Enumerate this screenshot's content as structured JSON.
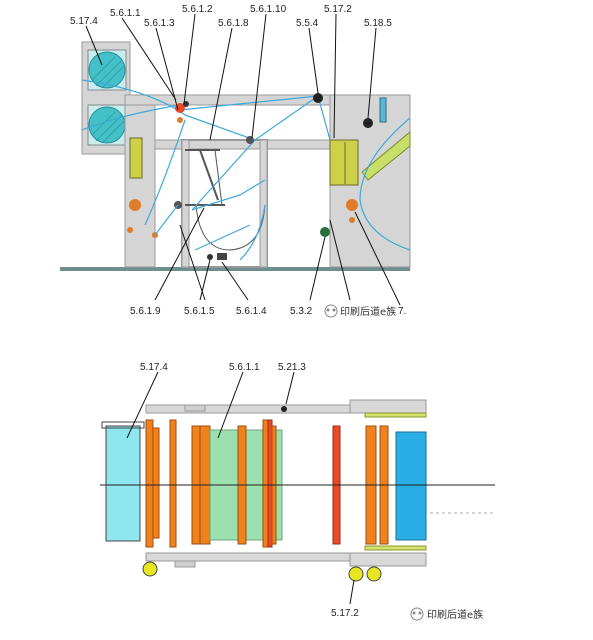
{
  "top_diagram": {
    "callouts": [
      "5.17.4",
      "5.6.1.1",
      "5.6.1.3",
      "5.6.1.2",
      "5.6.1.8",
      "5.6.1.10",
      "5.5.4",
      "5.17.2",
      "5.18.5",
      "5.6.1.9",
      "5.6.1.5",
      "5.6.1.4",
      "5.3.2",
      "7."
    ],
    "watermark": "印刷后道e族"
  },
  "bottom_diagram": {
    "callouts": [
      "5.17.4",
      "5.6.1.1",
      "5.21.3",
      "5.17.2"
    ],
    "watermark": "印刷后道e族"
  },
  "colors": {
    "frame_gray": "#c8c8c8",
    "web_blue": "#3fa9d8",
    "cyan": "#8ee6ef",
    "orange": "#f0821e",
    "red": "#e84a2a",
    "green": "#9de0b0",
    "blue": "#2aaee6",
    "yellow_green": "#d4e36a",
    "drive_yellow": "#d8d23a"
  }
}
